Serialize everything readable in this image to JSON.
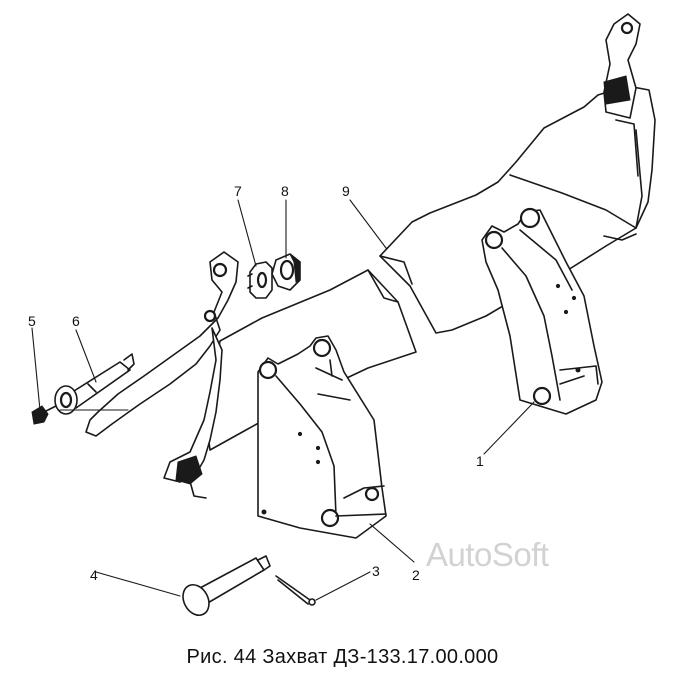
{
  "figure": {
    "caption": "Рис. 44 Захват  ДЗ-133.17.00.000",
    "watermark": "AutoSoft"
  },
  "callouts": [
    {
      "number": "1",
      "part": "right-bracket"
    },
    {
      "number": "2",
      "part": "left-bracket"
    },
    {
      "number": "3",
      "part": "cotter-pin"
    },
    {
      "number": "4",
      "part": "pin"
    },
    {
      "number": "5",
      "part": "small-nut"
    },
    {
      "number": "6",
      "part": "axle"
    },
    {
      "number": "7",
      "part": "washer"
    },
    {
      "number": "8",
      "part": "nut"
    },
    {
      "number": "9",
      "part": "grab-plate"
    }
  ]
}
